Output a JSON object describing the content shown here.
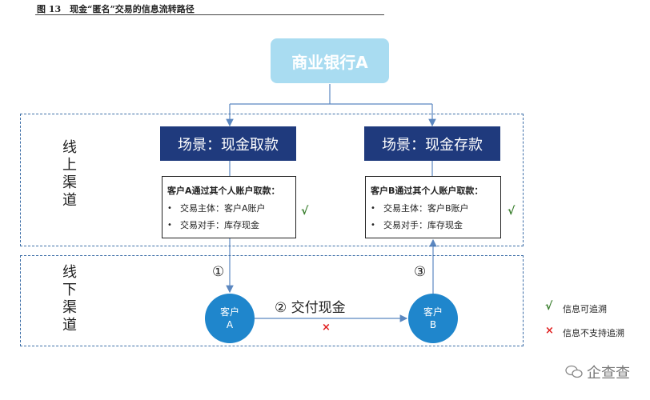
{
  "caption": "图 13　现金“匿名”交易的信息流转路径",
  "bank": "商业银行A",
  "zones": {
    "online": [
      "线",
      "上",
      "渠",
      "道"
    ],
    "offline": [
      "线",
      "下",
      "渠",
      "道"
    ]
  },
  "scenes": {
    "a": "场景：现金取款",
    "b": "场景：现金存款"
  },
  "info_a": {
    "title": "客户A通过其个人账户取款：",
    "lines": [
      "交易主体：客户A账户",
      "交易对手：库存现金"
    ]
  },
  "info_b": {
    "title": "客户B通过其个人账户取款：",
    "lines": [
      "交易主体：客户B账户",
      "交易对手：库存现金"
    ]
  },
  "bullet": "•",
  "steps": {
    "one": "①",
    "two": "② 交付现金",
    "three": "③"
  },
  "customers": {
    "a": [
      "客户",
      "A"
    ],
    "b": [
      "客户",
      "B"
    ]
  },
  "marks": {
    "check": "√",
    "cross": "×"
  },
  "legend": {
    "traceable": "信息可追溯",
    "untraceable": "信息不支持追溯"
  },
  "watermark": "企查查",
  "colors": {
    "bank": "#a9dcf1",
    "scene": "#1f3a7d",
    "customer": "#1f86cc",
    "dashed_border": "#3d6ea7",
    "arrow": "#5b87c0",
    "check": "#3a7f2e",
    "cross": "#e02020"
  }
}
